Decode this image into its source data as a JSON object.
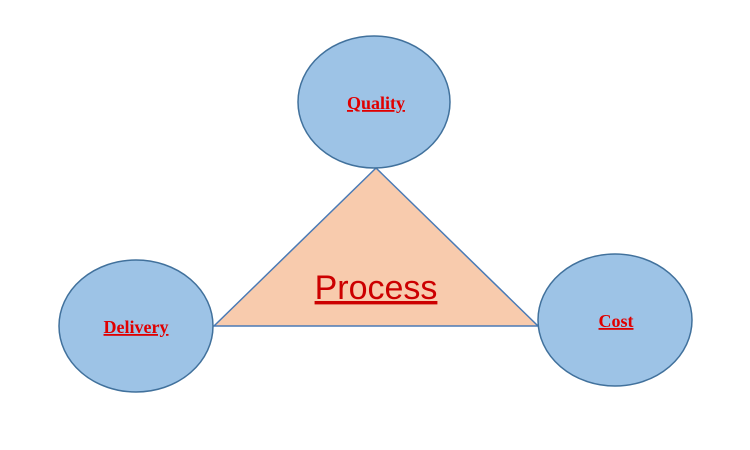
{
  "center": {
    "label": "Process",
    "fill": "#f8cbad",
    "stroke": "#4a7ab5",
    "text_color": "#cc0000"
  },
  "nodes": {
    "quality": {
      "label": "Quality"
    },
    "delivery": {
      "label": "Delivery"
    },
    "cost": {
      "label": "Cost"
    }
  },
  "style": {
    "node_fill": "#9dc3e6",
    "node_stroke": "#41719c",
    "label_color": "#e00000"
  }
}
